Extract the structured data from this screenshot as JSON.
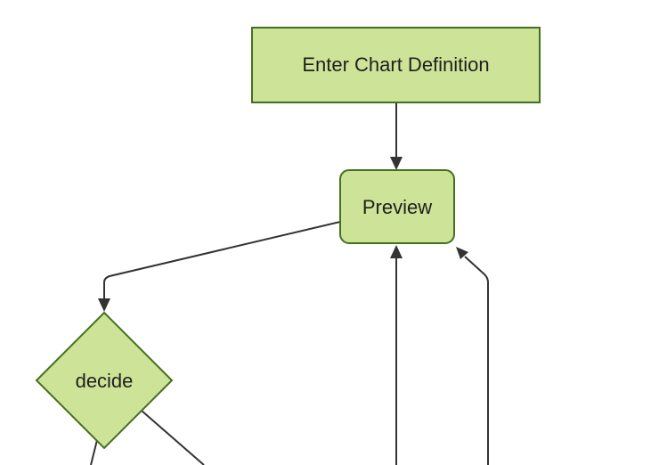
{
  "diagram": {
    "type": "flowchart",
    "direction": "top-down",
    "nodes": [
      {
        "id": "enter-chart-definition",
        "label": "Enter Chart Definition",
        "shape": "rectangle"
      },
      {
        "id": "preview",
        "label": "Preview",
        "shape": "rounded-rectangle"
      },
      {
        "id": "decide",
        "label": "decide",
        "shape": "diamond"
      }
    ],
    "edges": [
      {
        "from": "enter-chart-definition",
        "to": "preview",
        "arrow": "down"
      },
      {
        "from": "preview",
        "to": "decide",
        "arrow": "down"
      },
      {
        "from": "offscreen-bottom-center",
        "to": "preview",
        "arrow": "up"
      },
      {
        "from": "offscreen-bottom-right",
        "to": "preview",
        "arrow": "up-left"
      },
      {
        "from": "decide",
        "to": "offscreen-bottom-left",
        "arrow": "none-visible"
      },
      {
        "from": "decide",
        "to": "offscreen-bottom-right",
        "arrow": "none-visible"
      }
    ]
  },
  "colors": {
    "background": "#ffffff",
    "node_fill": "#cde498",
    "node_stroke": "#44701f",
    "edge": "#333333",
    "text": "#1f1f1f"
  }
}
